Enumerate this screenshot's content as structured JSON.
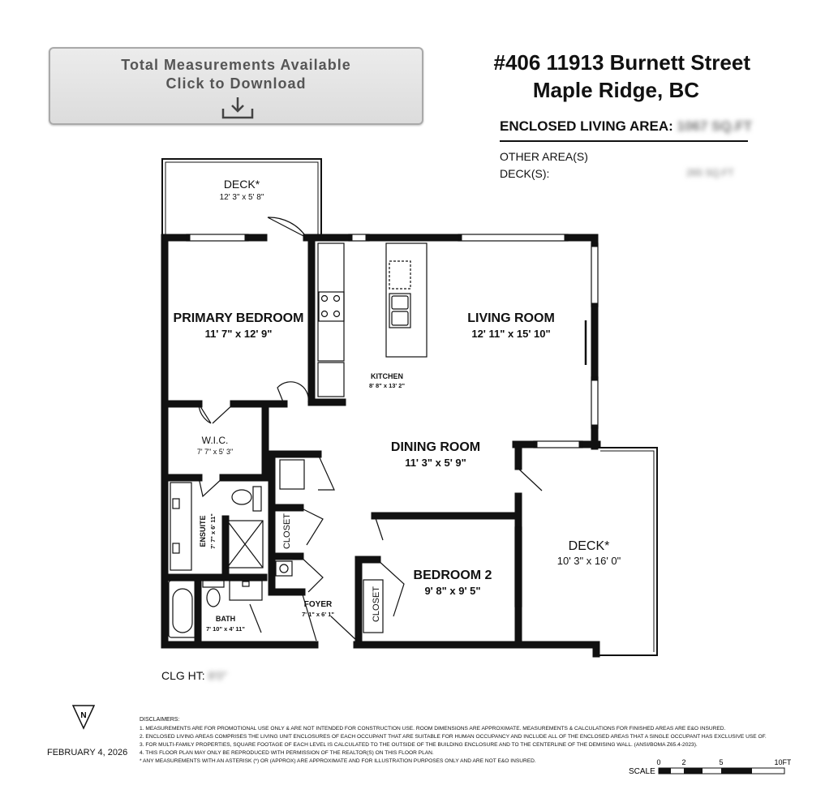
{
  "download_button": {
    "line1": "Total Measurements Available",
    "line2": "Click to Download",
    "icon": "download-icon"
  },
  "header": {
    "address_line1": "#406 11913 Burnett Street",
    "address_line2": "Maple Ridge, BC"
  },
  "areas": {
    "enclosed_label": "ENCLOSED LIVING AREA:",
    "enclosed_value": "1067 SQ.FT",
    "other_label": "OTHER AREA(S)",
    "decks_label": "DECK(S):",
    "decks_value": "265 SQ.FT"
  },
  "rooms": {
    "deck_top": {
      "name": "DECK*",
      "dims": "12' 3\" x 5' 8\""
    },
    "primary_bedroom": {
      "name": "PRIMARY BEDROOM",
      "dims": "11' 7\" x 12' 9\""
    },
    "living_room": {
      "name": "LIVING ROOM",
      "dims": "12' 11\" x 15' 10\""
    },
    "kitchen": {
      "name": "KITCHEN",
      "dims": "8' 8\" x 13' 2\""
    },
    "wic": {
      "name": "W.I.C.",
      "dims": "7' 7\" x 5' 3\""
    },
    "dining_room": {
      "name": "DINING ROOM",
      "dims": "11' 3\" x 5' 9\""
    },
    "ensuite": {
      "name": "ENSUITE",
      "dims": "7' 7\" x 6' 11\""
    },
    "closet1": {
      "name": "CLOSET"
    },
    "closet2": {
      "name": "CLOSET"
    },
    "bedroom2": {
      "name": "BEDROOM 2",
      "dims": "9' 8\" x 9' 5\""
    },
    "deck_right": {
      "name": "DECK*",
      "dims": "10' 3\" x 16' 0\""
    },
    "foyer": {
      "name": "FOYER",
      "dims": "7' 1\" x 6' 1\""
    },
    "bath": {
      "name": "BATH",
      "dims": "7' 10\" x 4' 11\""
    }
  },
  "ceiling": {
    "label": "CLG HT:",
    "value": "8'0\""
  },
  "footer": {
    "date": "FEBRUARY 4, 2026",
    "north": "N",
    "disclaimer_title": "DISCLAIMERS:",
    "disclaimers": [
      "1. MEASUREMENTS ARE FOR PROMOTIONAL USE ONLY & ARE NOT INTENDED FOR CONSTRUCTION USE. ROOM DIMENSIONS ARE APPROXIMATE. MEASUREMENTS & CALCULATIONS FOR FINISHED AREAS ARE E&O INSURED.",
      "2. ENCLOSED LIVING AREAS COMPRISES THE LIVING UNIT ENCLOSURES OF EACH OCCUPANT THAT ARE SUITABLE FOR HUMAN OCCUPANCY AND INCLUDE ALL OF THE ENCLOSED AREAS THAT A SINGLE OCCUPANT HAS EXCLUSIVE USE OF.",
      "3. FOR MULTI-FAMILY PROPERTIES, SQUARE FOOTAGE OF EACH LEVEL IS CALCULATED TO THE OUTSIDE OF THE BUILDING ENCLOSURE AND TO THE CENTERLINE OF THE DEMISING WALL. (ANSI/BOMA Z65.4-2023).",
      "4. THIS FLOOR PLAN MAY ONLY BE REPRODUCED WITH PERMISSION OF THE REALTOR(S) ON THIS FLOOR PLAN.",
      "* ANY MEASUREMENTS WITH AN ASTERISK (*) OR (APPROX) ARE APPROXIMATE AND FOR ILLUSTRATION PURPOSES ONLY AND ARE NOT E&O INSURED."
    ]
  },
  "scale": {
    "label": "SCALE",
    "ticks": [
      "0",
      "2",
      "5",
      "10FT"
    ]
  }
}
